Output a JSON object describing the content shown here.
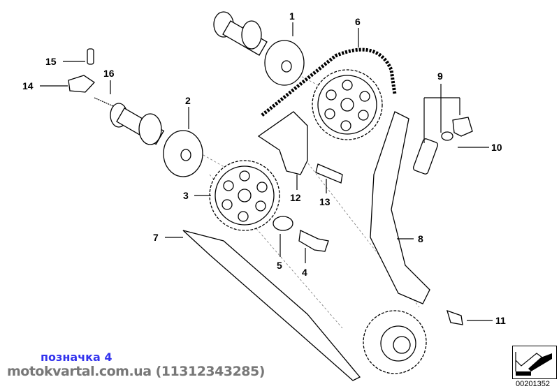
{
  "callouts": [
    "1",
    "2",
    "3",
    "4",
    "5",
    "6",
    "7",
    "8",
    "9",
    "10",
    "11",
    "12",
    "13",
    "14",
    "15",
    "16"
  ],
  "watermark": {
    "label": "позначка 4",
    "site": "motokvartal.com.ua (11312343285)"
  },
  "reference_number": "00201352"
}
